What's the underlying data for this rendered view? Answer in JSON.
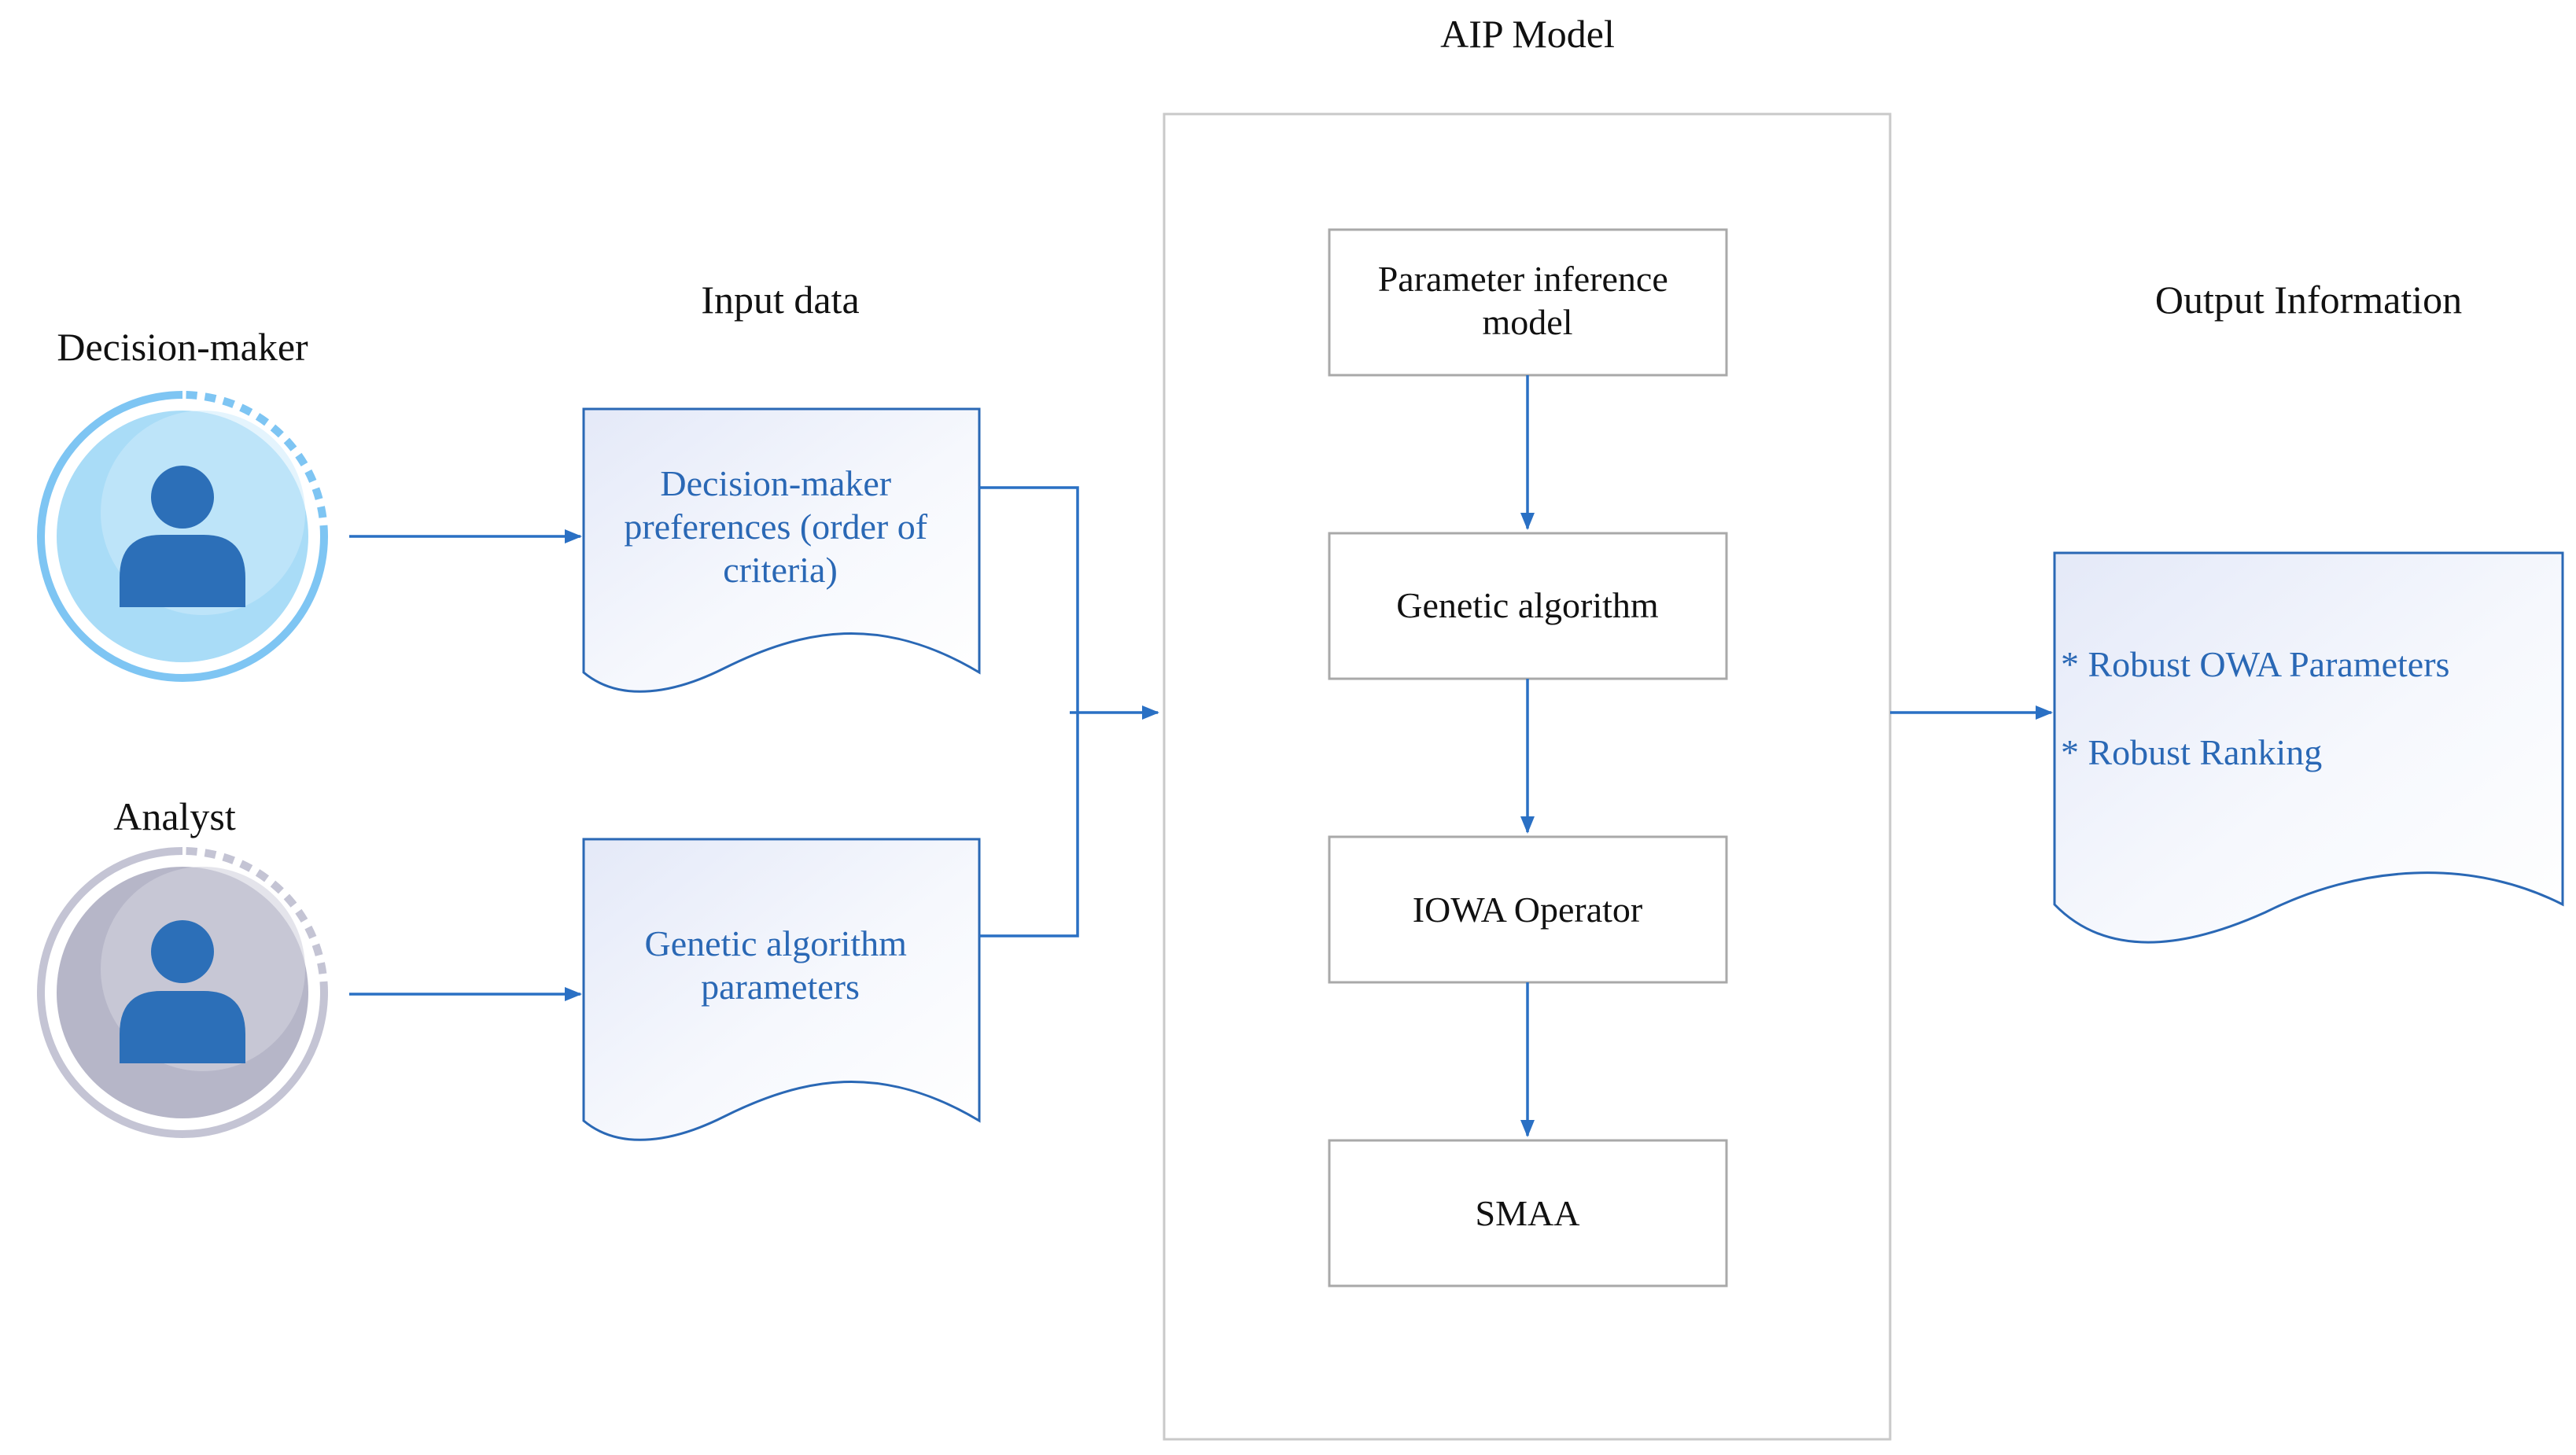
{
  "colors": {
    "accent": "#2a70c4",
    "doc_text": "#2a68b5",
    "decision_maker_ring": "#7ec5f3",
    "decision_maker_fill": "#a9dcf7",
    "analyst_ring": "#c4c4d4",
    "analyst_fill": "#b6b6c8",
    "person_icon": "#2c6fb8"
  },
  "headings": {
    "model": "AIP Model",
    "input": "Input data",
    "output": "Output Information"
  },
  "actors": {
    "decision_maker": {
      "label": "Decision-maker",
      "icon": "person-icon"
    },
    "analyst": {
      "label": "Analyst",
      "icon": "person-icon"
    }
  },
  "inputs": {
    "dm_preferences": [
      "Decision-maker",
      "preferences (order of",
      "criteria)"
    ],
    "ga_parameters": [
      "Genetic algorithm",
      "parameters"
    ]
  },
  "model_steps": [
    {
      "lines": [
        "Parameter inference",
        "model"
      ]
    },
    {
      "lines": [
        "Genetic algorithm"
      ]
    },
    {
      "lines": [
        "IOWA Operator"
      ]
    },
    {
      "lines": [
        "SMAA"
      ]
    }
  ],
  "outputs": [
    "* Robust OWA Parameters",
    "* Robust Ranking"
  ]
}
